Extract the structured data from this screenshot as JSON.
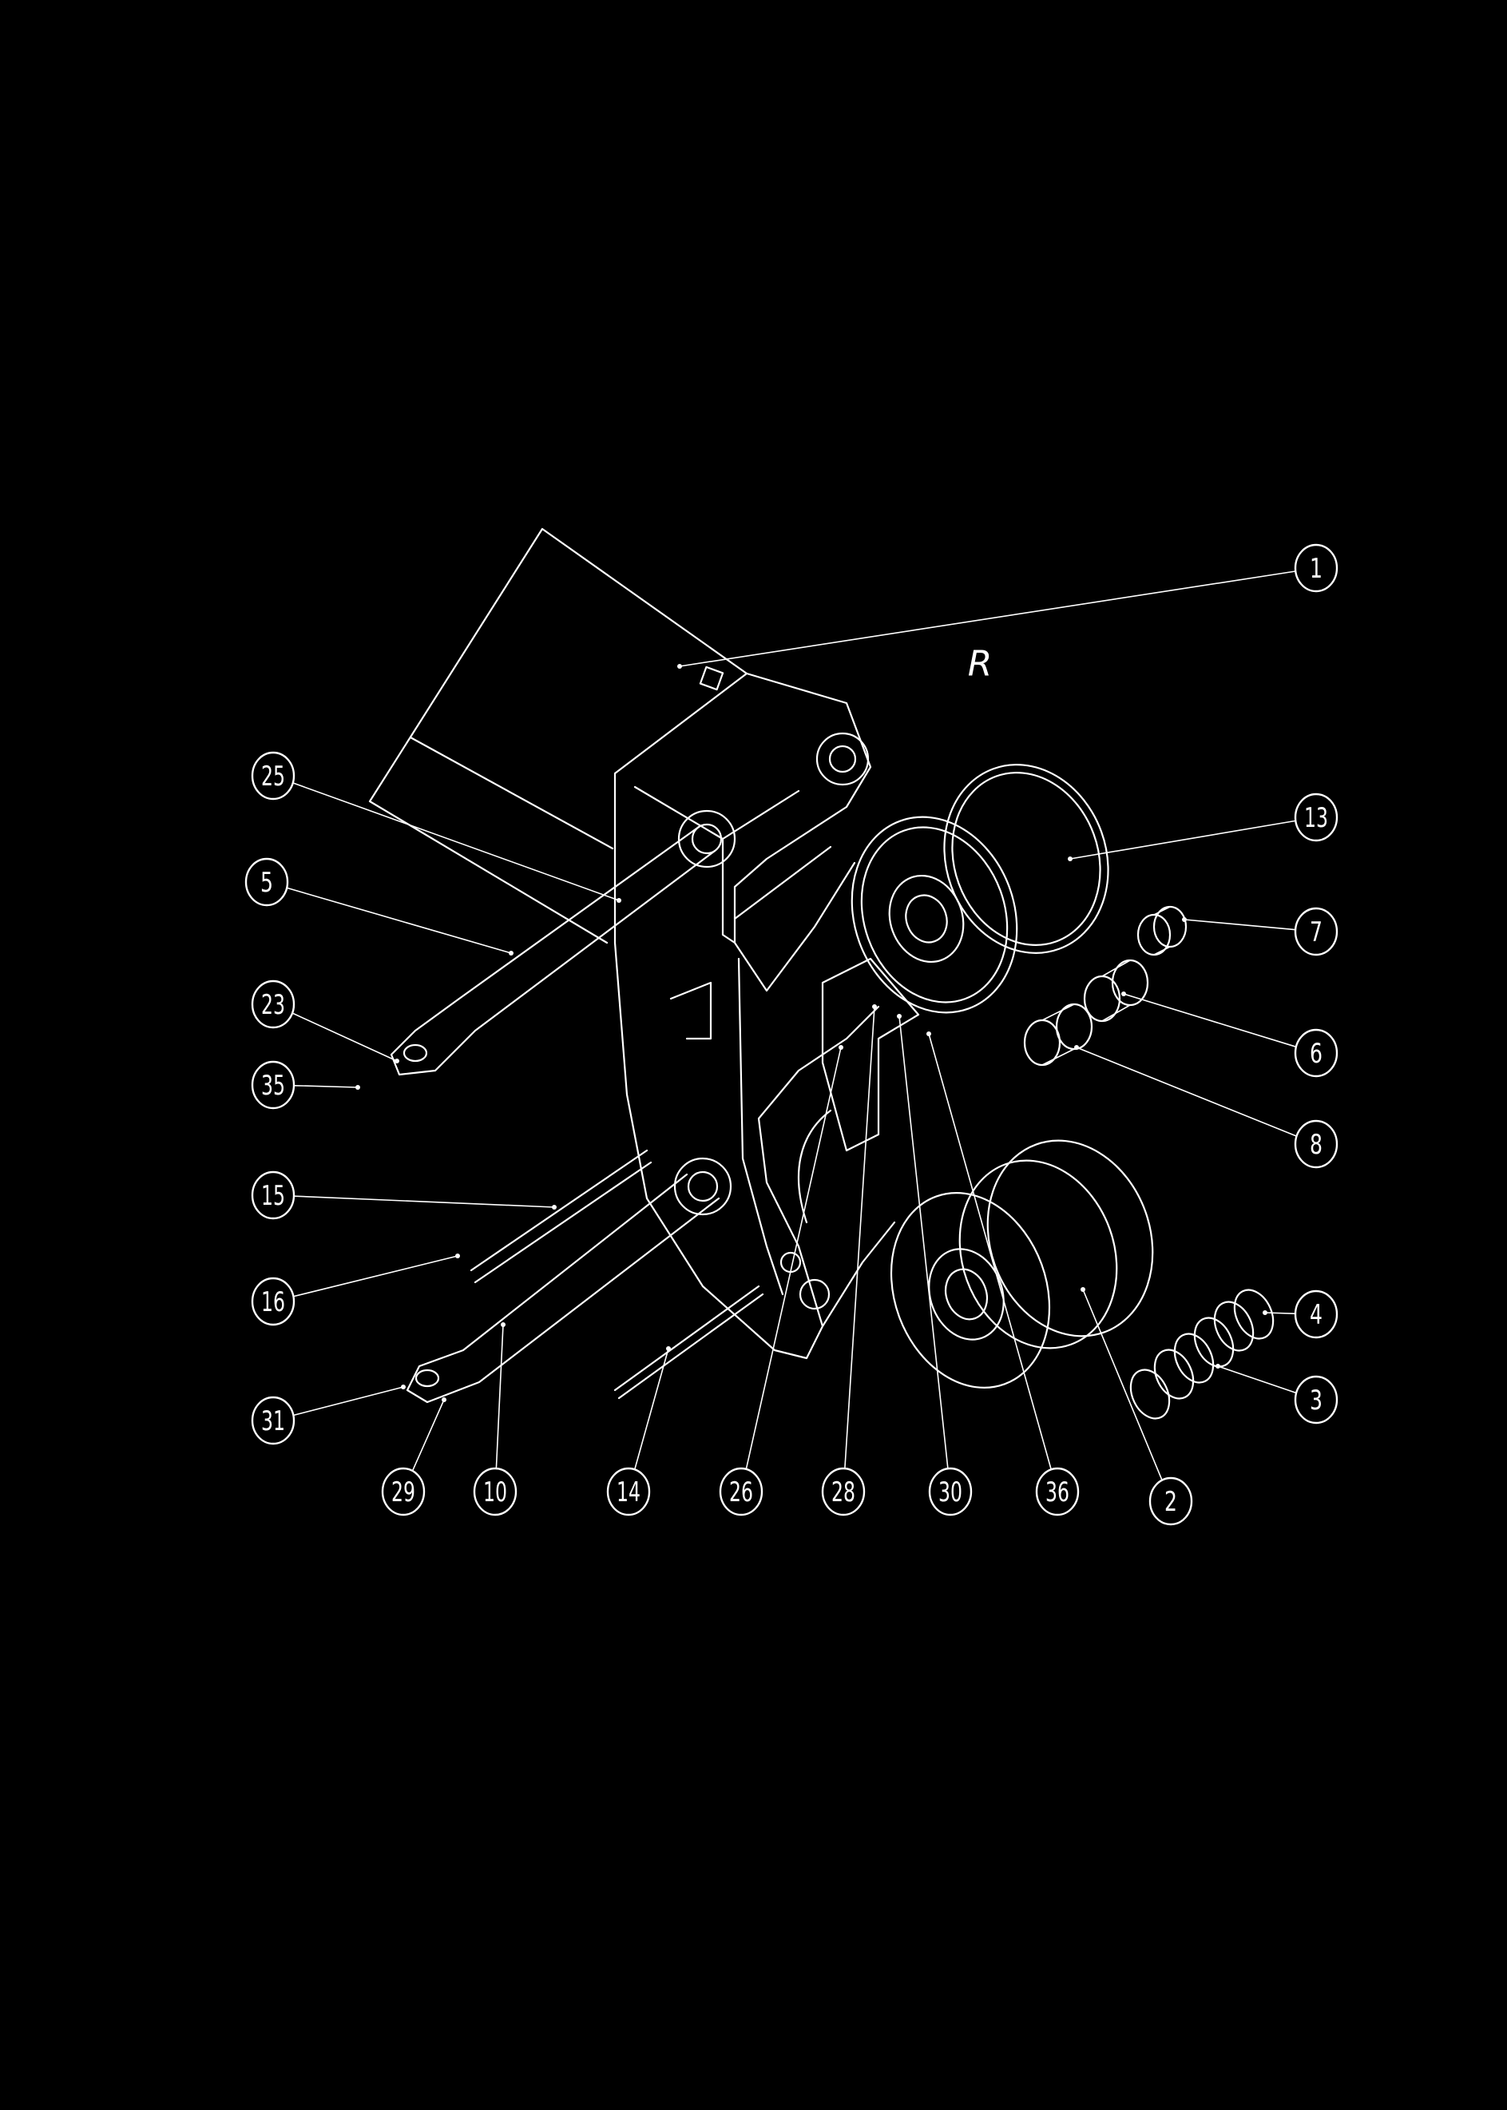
{
  "diagram": {
    "title_mark": "R",
    "background": "#000000",
    "line_color": "#ffffff",
    "callouts": [
      "1",
      "13",
      "7",
      "6",
      "8",
      "4",
      "3",
      "2",
      "36",
      "30",
      "28",
      "26",
      "14",
      "10",
      "29",
      "31",
      "16",
      "15",
      "35",
      "23",
      "5",
      "25"
    ]
  }
}
